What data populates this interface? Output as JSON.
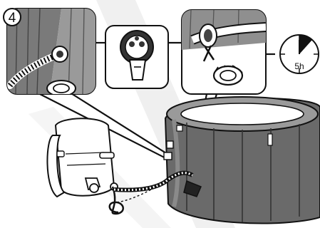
{
  "step": {
    "number": "4"
  },
  "timer": {
    "label": "5h"
  },
  "colors": {
    "ink": "#111111",
    "panel": "#ffffff",
    "watermark": "#d7d7d7",
    "shade": "#6b6b6b",
    "tub_side": "#5a5a5a",
    "tub_light": "#8a8a8a"
  },
  "icons": {
    "step_badge": "circled-number",
    "plug": "power-plug-icon",
    "timer": "clock-icon"
  }
}
